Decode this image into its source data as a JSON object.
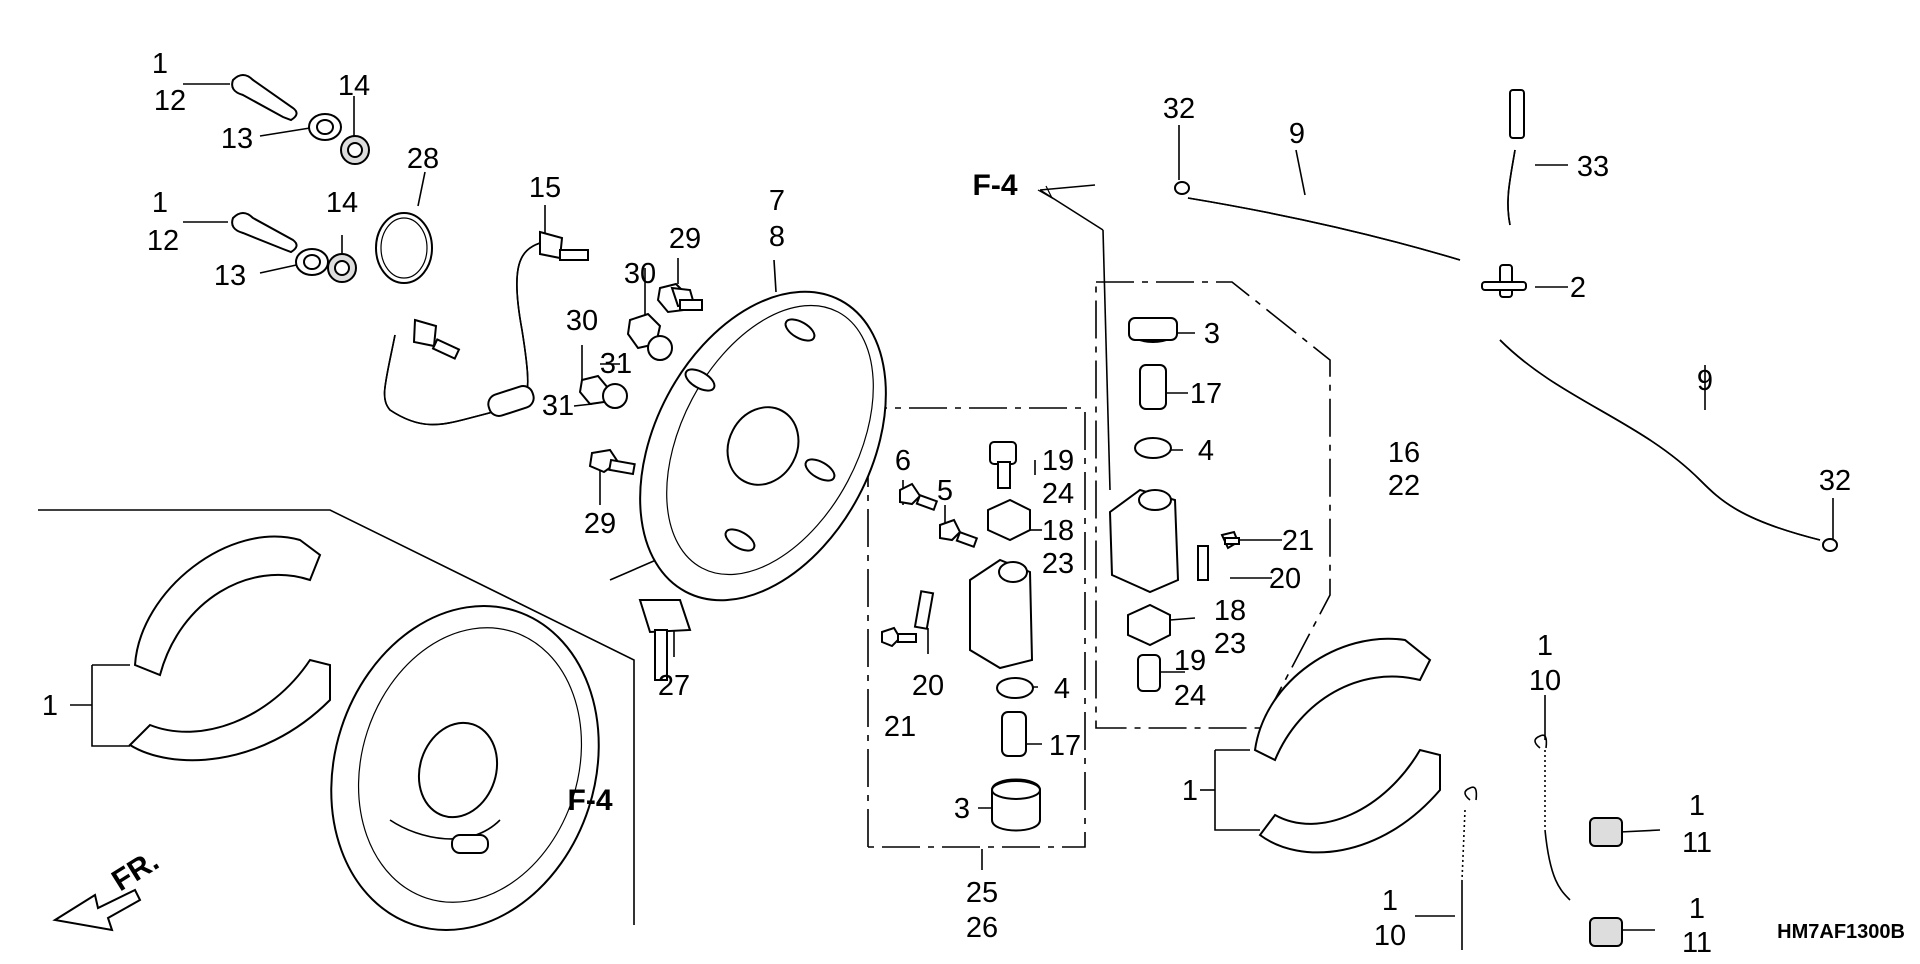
{
  "diagram_code": "HM7AF1300B",
  "direction_label": "FR.",
  "refs": {
    "f4": "F-4"
  },
  "callouts": [
    {
      "id": "c1a",
      "text": "1"
    },
    {
      "id": "c12a",
      "text": "12"
    },
    {
      "id": "c14a",
      "text": "14"
    },
    {
      "id": "c13a",
      "text": "13"
    },
    {
      "id": "c1b",
      "text": "1"
    },
    {
      "id": "c12b",
      "text": "12"
    },
    {
      "id": "c14b",
      "text": "14"
    },
    {
      "id": "c13b",
      "text": "13"
    },
    {
      "id": "c28",
      "text": "28"
    },
    {
      "id": "c15",
      "text": "15"
    },
    {
      "id": "c30a",
      "text": "30"
    },
    {
      "id": "c29a",
      "text": "29"
    },
    {
      "id": "c7",
      "text": "7"
    },
    {
      "id": "c8",
      "text": "8"
    },
    {
      "id": "c30b",
      "text": "30"
    },
    {
      "id": "c31a",
      "text": "31"
    },
    {
      "id": "c31b",
      "text": "31"
    },
    {
      "id": "c29b",
      "text": "29"
    },
    {
      "id": "c27",
      "text": "27"
    },
    {
      "id": "c1c",
      "text": "1"
    },
    {
      "id": "c6",
      "text": "6"
    },
    {
      "id": "c5",
      "text": "5"
    },
    {
      "id": "c19a",
      "text": "19"
    },
    {
      "id": "c24a",
      "text": "24"
    },
    {
      "id": "c18a",
      "text": "18"
    },
    {
      "id": "c23a",
      "text": "23"
    },
    {
      "id": "c20a",
      "text": "20"
    },
    {
      "id": "c21a",
      "text": "21"
    },
    {
      "id": "c4a",
      "text": "4"
    },
    {
      "id": "c17a",
      "text": "17"
    },
    {
      "id": "c3a",
      "text": "3"
    },
    {
      "id": "c25",
      "text": "25"
    },
    {
      "id": "c26",
      "text": "26"
    },
    {
      "id": "c32a",
      "text": "32"
    },
    {
      "id": "c9a",
      "text": "9"
    },
    {
      "id": "c3b",
      "text": "3"
    },
    {
      "id": "c17b",
      "text": "17"
    },
    {
      "id": "c4b",
      "text": "4"
    },
    {
      "id": "c16",
      "text": "16"
    },
    {
      "id": "c22",
      "text": "22"
    },
    {
      "id": "c21b",
      "text": "21"
    },
    {
      "id": "c20b",
      "text": "20"
    },
    {
      "id": "c18b",
      "text": "18"
    },
    {
      "id": "c23b",
      "text": "23"
    },
    {
      "id": "c19b",
      "text": "19"
    },
    {
      "id": "c24b",
      "text": "24"
    },
    {
      "id": "c33",
      "text": "33"
    },
    {
      "id": "c2",
      "text": "2"
    },
    {
      "id": "c9b",
      "text": "9"
    },
    {
      "id": "c32b",
      "text": "32"
    },
    {
      "id": "c1d",
      "text": "1"
    },
    {
      "id": "c1e",
      "text": "1"
    },
    {
      "id": "c10a",
      "text": "10"
    },
    {
      "id": "c1f",
      "text": "1"
    },
    {
      "id": "c10b",
      "text": "10"
    },
    {
      "id": "c1g",
      "text": "1"
    },
    {
      "id": "c11a",
      "text": "11"
    },
    {
      "id": "c1h",
      "text": "1"
    },
    {
      "id": "c11b",
      "text": "11"
    }
  ]
}
